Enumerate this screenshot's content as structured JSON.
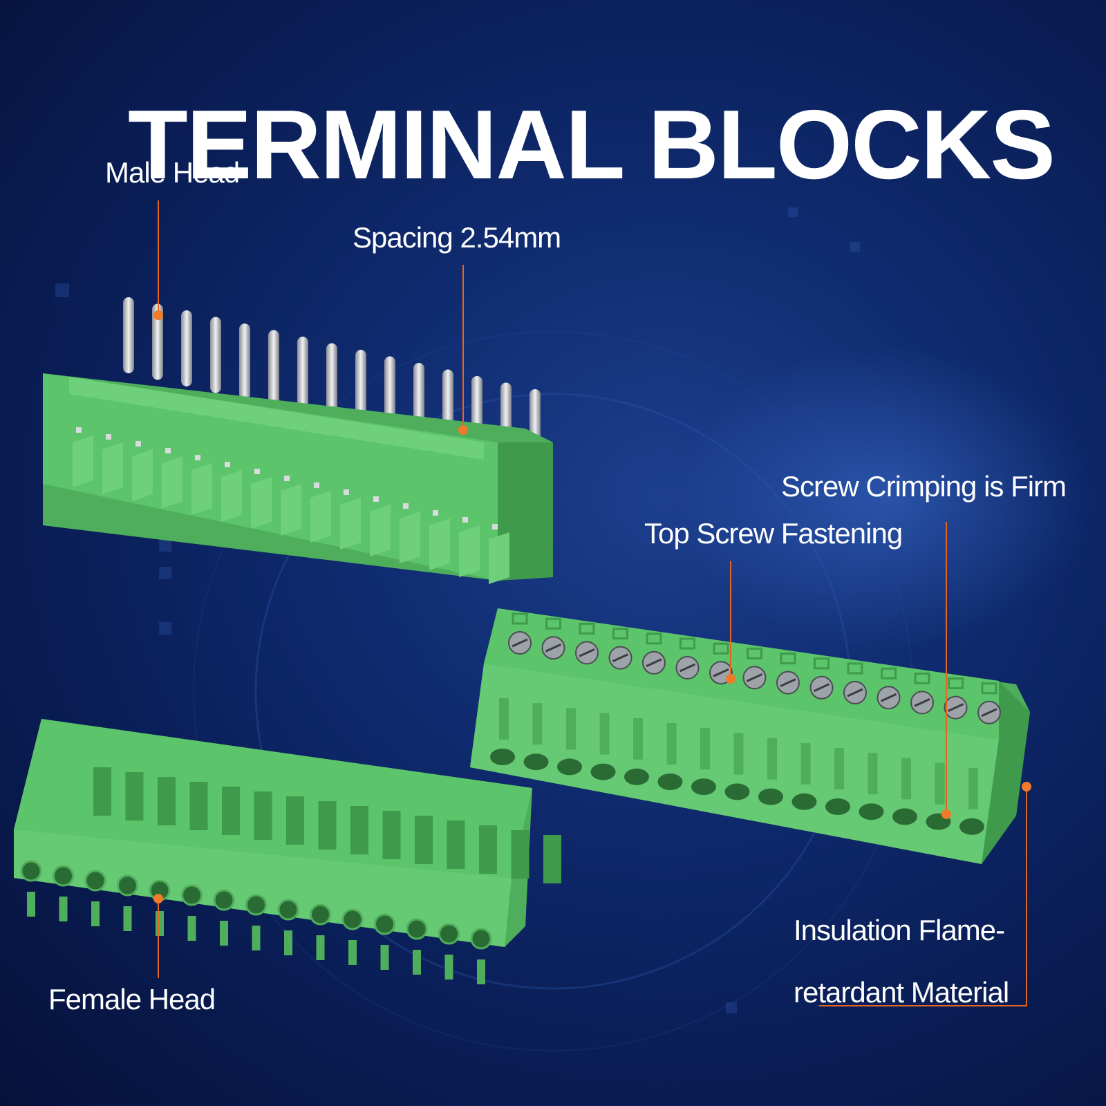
{
  "title": "TERMINAL BLOCKS",
  "labels": {
    "male_head": "Male Head",
    "spacing": "Spacing 2.54mm",
    "screw_crimping": "Screw Crimping is Firm",
    "top_screw": "Top Screw Fastening",
    "insulation_line1": "Insulation Flame-",
    "insulation_line2": "retardant Material",
    "female_head": "Female Head"
  },
  "colors": {
    "background": "#0f2a6e",
    "connector_green": "#5cc46a",
    "leader_line": "#e8641e",
    "text": "#ffffff"
  },
  "items": {
    "connector_pins": 15
  }
}
